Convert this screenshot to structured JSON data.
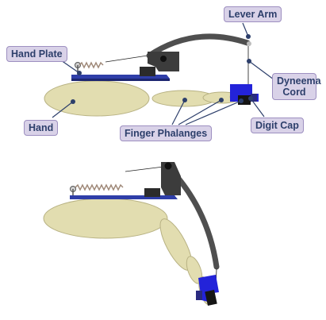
{
  "labels": {
    "lever_arm": "Lever Arm",
    "hand_plate": "Hand Plate",
    "dyneema_line1": "Dyneema",
    "dyneema_line2": "Cord",
    "hand": "Hand",
    "finger_phalanges": "Finger Phalanges",
    "digit_cap": "Digit Cap"
  },
  "colors": {
    "label_fill": "#d9d2e8",
    "label_border": "#9d8fc0",
    "label_text": "#2d3f6b",
    "leader_line": "#2d3f6b",
    "hand_fill": "#e2ddb0",
    "hand_stroke": "#b8b283",
    "plate_blue": "#2f3ea8",
    "cap_blue": "#2323d9",
    "lever_gray": "#4f4f4f",
    "spring": "#a08a7a"
  }
}
